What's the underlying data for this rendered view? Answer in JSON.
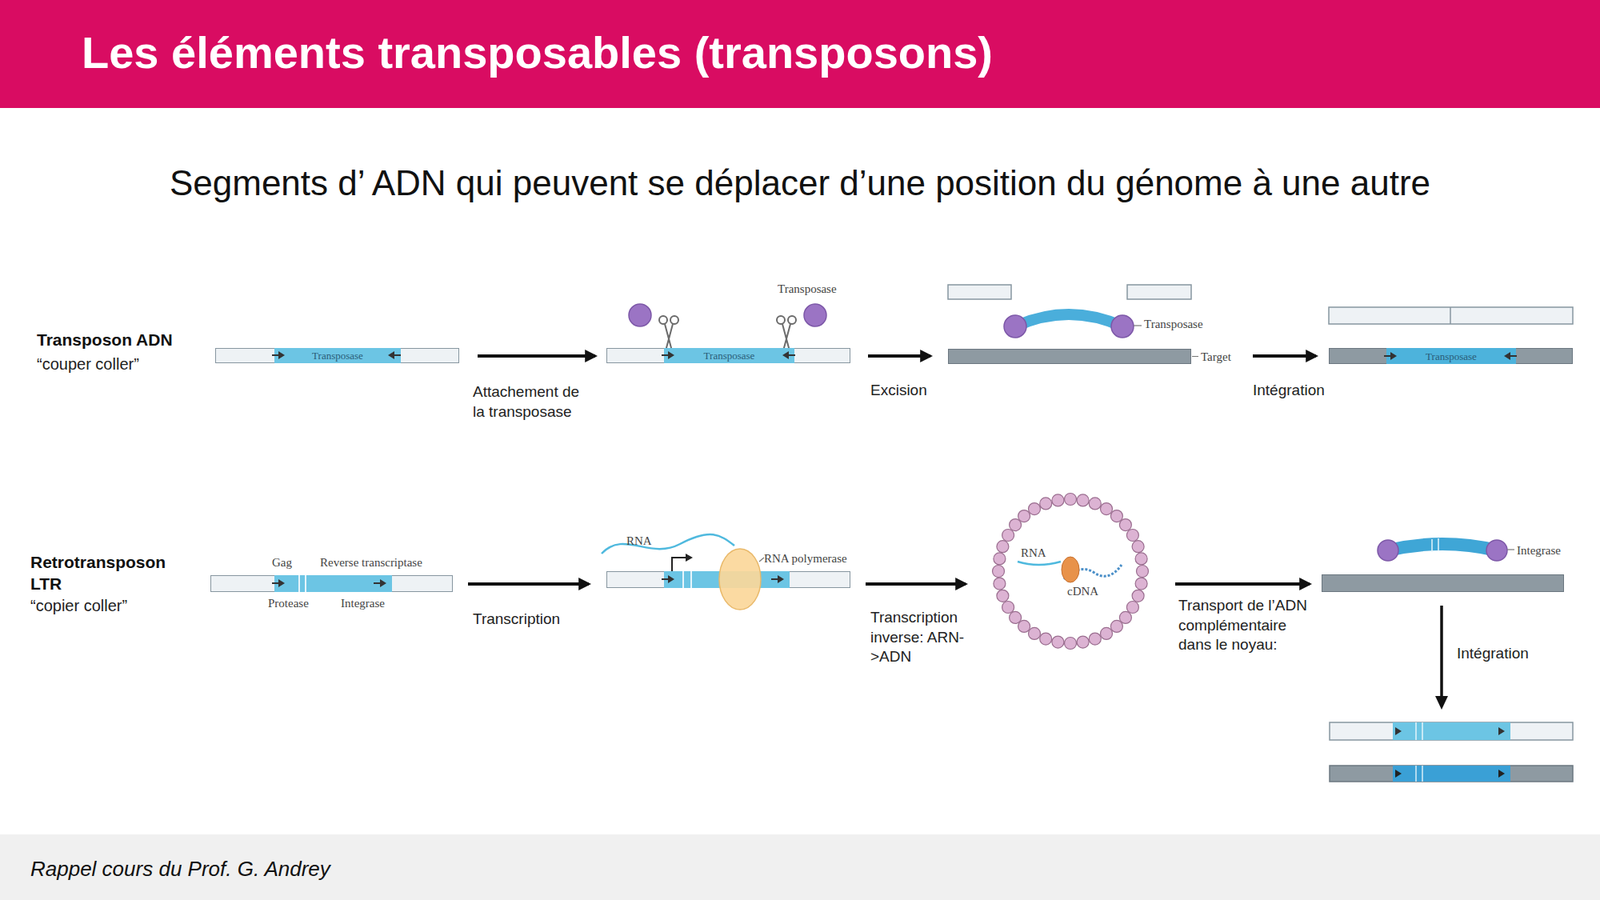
{
  "diagram": {
    "title": "Les éléments transposables (transposons)",
    "caption": "Segments d’ ADN qui peuvent se déplacer d’une position du génome à une autre",
    "nodes": [
      {
        "text": [
          "Transposase"
        ]
      },
      {
        "text": [
          "Transposase"
        ]
      },
      {
        "text": [
          "Target"
        ]
      },
      {
        "text": [
          "Transposase"
        ]
      },
      {
        "text": [
          "Gag",
          "Reverse transcriptase",
          "Protease",
          "Integrase"
        ]
      },
      {
        "text": [
          "RNA polymerase"
        ]
      },
      {
        "text": [
          "RNA",
          "cDNA"
        ]
      },
      {
        "text": [
          "Integrase"
        ]
      }
    ],
    "edges": [
      {
        "from": 0,
        "to": 1,
        "arrow": "to",
        "label": "Attachement de la transposase"
      },
      {
        "from": 1,
        "to": 2,
        "arrow": "to",
        "label": "Excision"
      },
      {
        "from": 2,
        "to": 3,
        "arrow": "to",
        "label": "Intégration"
      },
      {
        "from": 4,
        "to": 5,
        "arrow": "to",
        "label": "Transcription"
      },
      {
        "from": 5,
        "to": 6,
        "arrow": "to",
        "label": "Transcription inverse: ARN->ADN"
      },
      {
        "from": 6,
        "to": 7,
        "arrow": "to",
        "label": "Transport de l’ADN complémentaire dans le noyau:"
      }
    ],
    "labels": [
      "Transposon ADN",
      "“couper coller”",
      "Transposase",
      "Transposase",
      "Retrotransposon LTR",
      "“copier coller”",
      "RNA",
      "Intégration",
      "Rappel cours du Prof. G. Andrey"
    ]
  }
}
